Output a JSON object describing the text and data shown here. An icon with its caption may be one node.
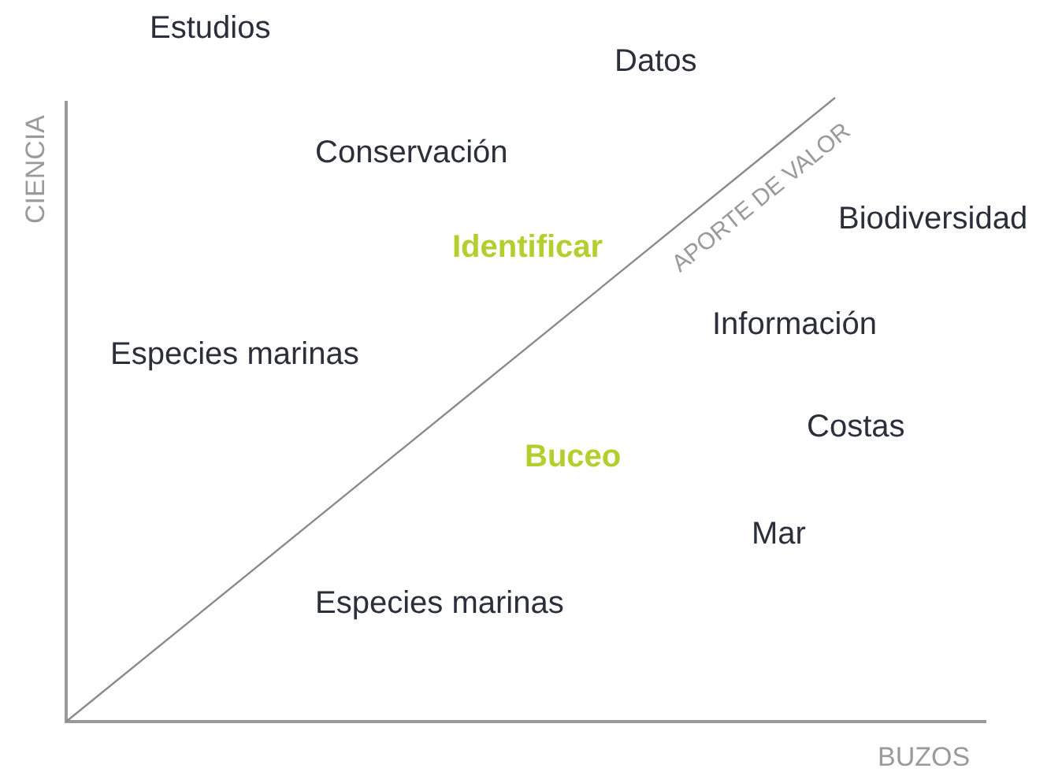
{
  "diagram": {
    "labels": [
      "Estudios",
      "Datos",
      "CIENCIA",
      "Conservación",
      "Biodiversidad",
      "APORTE DE VALOR",
      "Identificar",
      "Información",
      "Especies marinas",
      "Costas",
      "Buceo",
      "Mar",
      "Especies marinas",
      "BUZOS"
    ]
  }
}
